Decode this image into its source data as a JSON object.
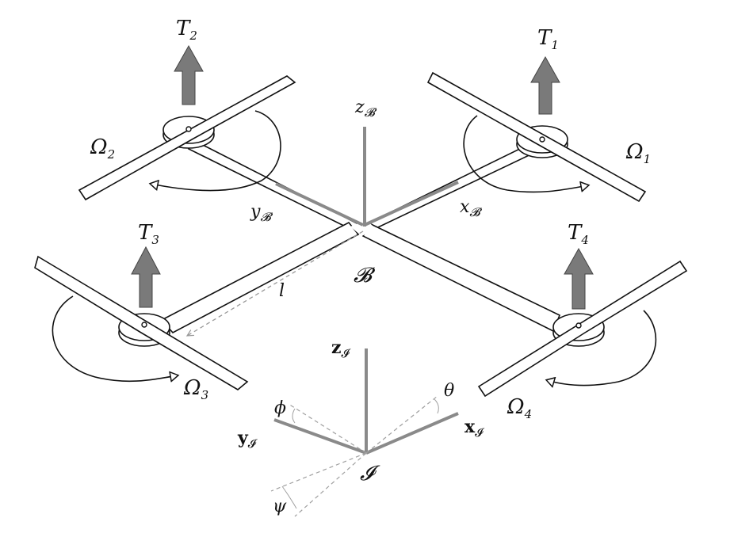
{
  "labels": {
    "T1": {
      "main": "T",
      "sub": "1"
    },
    "T2": {
      "main": "T",
      "sub": "2"
    },
    "T3": {
      "main": "T",
      "sub": "3"
    },
    "T4": {
      "main": "T",
      "sub": "4"
    },
    "Omega1": {
      "main": "Ω",
      "sub": "1"
    },
    "Omega2": {
      "main": "Ω",
      "sub": "2"
    },
    "Omega3": {
      "main": "Ω",
      "sub": "3"
    },
    "Omega4": {
      "main": "Ω",
      "sub": "4"
    },
    "zB": {
      "main": "z",
      "sub": "𝓑"
    },
    "xB": {
      "main": "x",
      "sub": "𝓑"
    },
    "yB": {
      "main": "y",
      "sub": "𝓑"
    },
    "B": "𝓑",
    "l": "l",
    "zI": {
      "main": "z",
      "sub": "𝓘"
    },
    "xI": {
      "main": "x",
      "sub": "𝓘"
    },
    "yI": {
      "main": "y",
      "sub": "𝓘"
    },
    "I": "𝓘",
    "phi": "ϕ",
    "theta": "θ",
    "psi": "ψ"
  },
  "colors": {
    "thrust_arrow": "#7a7a7a",
    "body_axis": "#8a8a8a",
    "inertial_axis": "#8a8a8a",
    "outline": "#111111",
    "dashed": "#a0a0a0"
  }
}
